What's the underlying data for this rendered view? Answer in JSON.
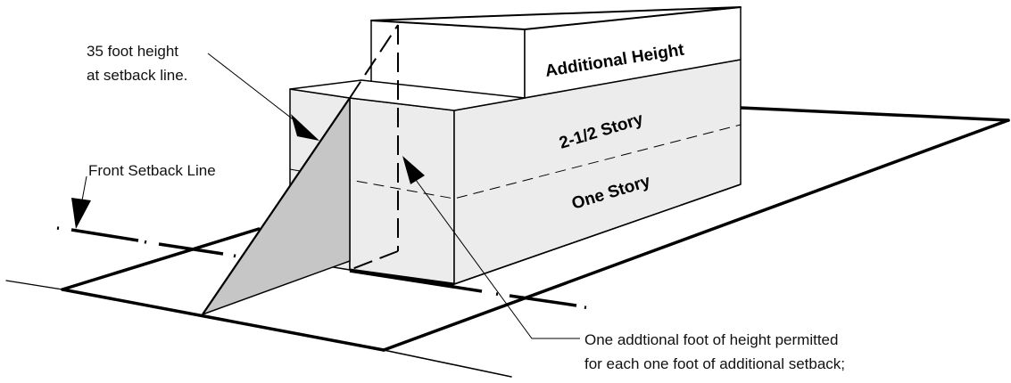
{
  "labels": {
    "additional_height": "Additional Height",
    "two_half_story": "2-1/2  Story",
    "one_story": "One Story",
    "height_note_line1": "35 foot height",
    "height_note_line2": "at setback line.",
    "front_setback": "Front Setback Line",
    "setback_note_line1": "One addtional foot of height permitted",
    "setback_note_line2": "for each one foot of additional setback;"
  },
  "colors": {
    "wall": "#ececec",
    "plane": "#c6c6c6",
    "line": "#000000"
  }
}
